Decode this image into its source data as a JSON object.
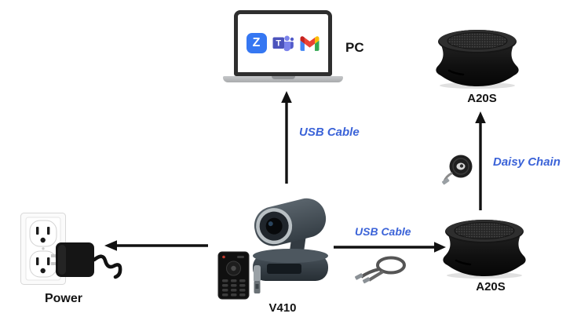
{
  "nodes": {
    "pc": {
      "label": "PC",
      "apps": [
        {
          "name": "zoom-app-icon",
          "letter": "Z",
          "color": "#3577F2"
        },
        {
          "name": "teams-app-icon",
          "letter": "T",
          "color": "#4B53BC"
        },
        {
          "name": "gmail-app-icon",
          "colors": [
            "#4285F4",
            "#34A853",
            "#FBBC04",
            "#EA4335",
            "#C5221F"
          ]
        }
      ]
    },
    "a20s_top": {
      "label": "A20S"
    },
    "a20s_bottom": {
      "label": "A20S"
    },
    "camera": {
      "label": "V410"
    },
    "power": {
      "label": "Power"
    }
  },
  "edges": {
    "camera_to_pc": {
      "label": "USB Cable"
    },
    "camera_to_speaker": {
      "label": "USB Cable"
    },
    "speaker_daisy_chain": {
      "label": "Daisy Chain"
    }
  },
  "colors": {
    "edge_label_blue": "#3B63D8",
    "arrow_black": "#111111",
    "background": "#FFFFFF"
  }
}
